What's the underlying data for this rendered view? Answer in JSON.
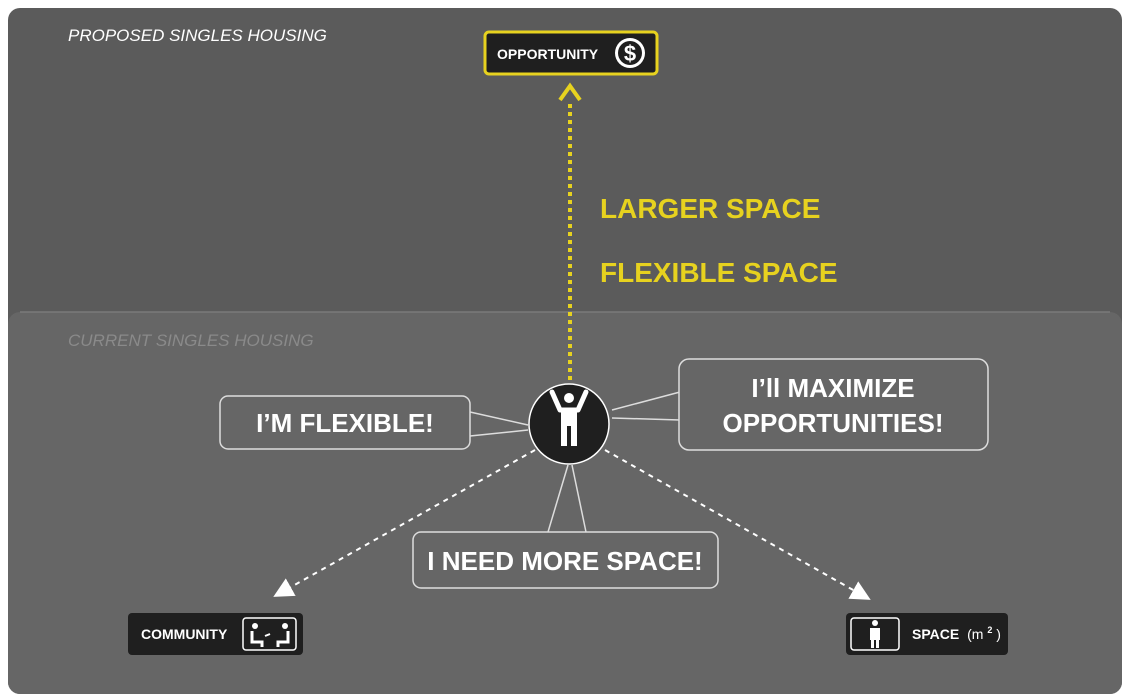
{
  "sections": {
    "proposed_label": "PROPOSED SINGLES HOUSING",
    "current_label": "CURRENT SINGLES HOUSING"
  },
  "top_tag": {
    "label": "OPPORTUNITY",
    "icon": "dollar-icon"
  },
  "arrow_labels": [
    "LARGER SPACE",
    "FLEXIBLE SPACE"
  ],
  "bubbles": {
    "flexible": "I’M FLEXIBLE!",
    "maximize_line1": "I’ll MAXIMIZE",
    "maximize_line2": "OPPORTUNITIES!",
    "space": "I NEED MORE SPACE!"
  },
  "person_icon": "person-arms-up-icon",
  "left_tag": {
    "label": "COMMUNITY",
    "icon": "two-people-seated-icon"
  },
  "right_tag": {
    "label_main": "SPACE",
    "label_unit": "(m",
    "label_sup": "2",
    "label_close": ")",
    "icon": "person-standing-icon"
  },
  "colors": {
    "accent_yellow": "#e7d21f",
    "panel_dark": "#5b5b5b",
    "panel_light": "#666666",
    "tag_black": "#1f1f1f"
  }
}
